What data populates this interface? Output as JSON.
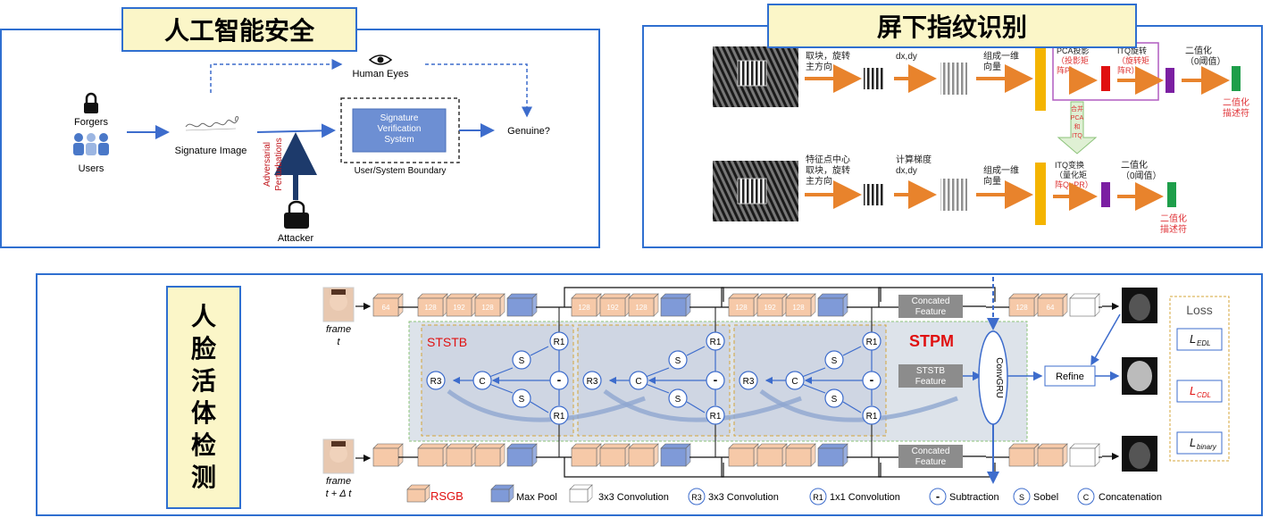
{
  "panel1": {
    "title": "人工智能安全",
    "forgers": "Forgers",
    "users": "Users",
    "signature_image": "Signature Image",
    "human_eyes": "Human Eyes",
    "system_lines": [
      "Signature",
      "Verification",
      "System"
    ],
    "boundary": "User/System Boundary",
    "genuine": "Genuine?",
    "adversarial_lines": [
      "Adversarial",
      "Perturbations"
    ],
    "attacker": "Attacker"
  },
  "panel2": {
    "title": "屏下指纹识别",
    "top_labels": [
      "取块，旋转",
      "主方向",
      "dx,dy",
      "组成一维",
      "向量",
      "PCA投影",
      "（投影矩",
      "阵P）",
      "ITQ旋转",
      "（旋转矩",
      "阵R）",
      "二值化",
      "（0阈值）",
      "二值化",
      "描述符"
    ],
    "mid_labels": [
      "合并",
      "PCA",
      "和",
      "ITQ"
    ],
    "bottom_labels": [
      "特征点中心",
      "取块，旋转",
      "主方向",
      "计算梯度",
      "dx,dy",
      "组成一维",
      "向量",
      "ITQ变换",
      "（量化矩",
      "阵Q=PR）",
      "二值化",
      "（0阈值）",
      "二值化",
      "描述符"
    ]
  },
  "panel3": {
    "title_chars": [
      "人",
      "脸",
      "活",
      "体",
      "检",
      "测"
    ],
    "frame_t": [
      "frame",
      "t"
    ],
    "frame_t2": [
      "frame",
      "t + Δ t"
    ],
    "channels_top": [
      "64",
      "128",
      "192",
      "128",
      "128",
      "192",
      "128",
      "128",
      "192",
      "128",
      "128",
      "64"
    ],
    "ststb": "STSTB",
    "stpm": "STPM",
    "concated": [
      "Concated",
      "Feature"
    ],
    "ststb_feature": [
      "STSTB",
      "Feature"
    ],
    "convgru": "ConvGRU",
    "refine": "Refine",
    "loss": "Loss",
    "loss_items": [
      {
        "main": "L",
        "sub": "EDL"
      },
      {
        "main": "L",
        "sub": "CDL"
      },
      {
        "main": "L",
        "sub": "binary"
      }
    ],
    "node_labels": {
      "r1": "R1",
      "r3": "R3",
      "s": "S",
      "c": "C",
      "minus": "-"
    },
    "legend": {
      "rsgb": "RSGB",
      "maxpool": "Max Pool",
      "conv3": "3x3 Convolution",
      "r3_sym": "R3",
      "r3": "3x3 Convolution",
      "r1_sym": "R1",
      "r1": "1x1 Convolution",
      "minus_sym": "-",
      "minus": "Subtraction",
      "s_sym": "S",
      "sobel": "Sobel",
      "c_sym": "C",
      "concat": "Concatenation"
    },
    "colors": {
      "rsgb": "#f6c9a8",
      "maxpool": "#7f9ad8",
      "panel_border": "#2f6fd0",
      "stpm": "#e01010"
    }
  }
}
